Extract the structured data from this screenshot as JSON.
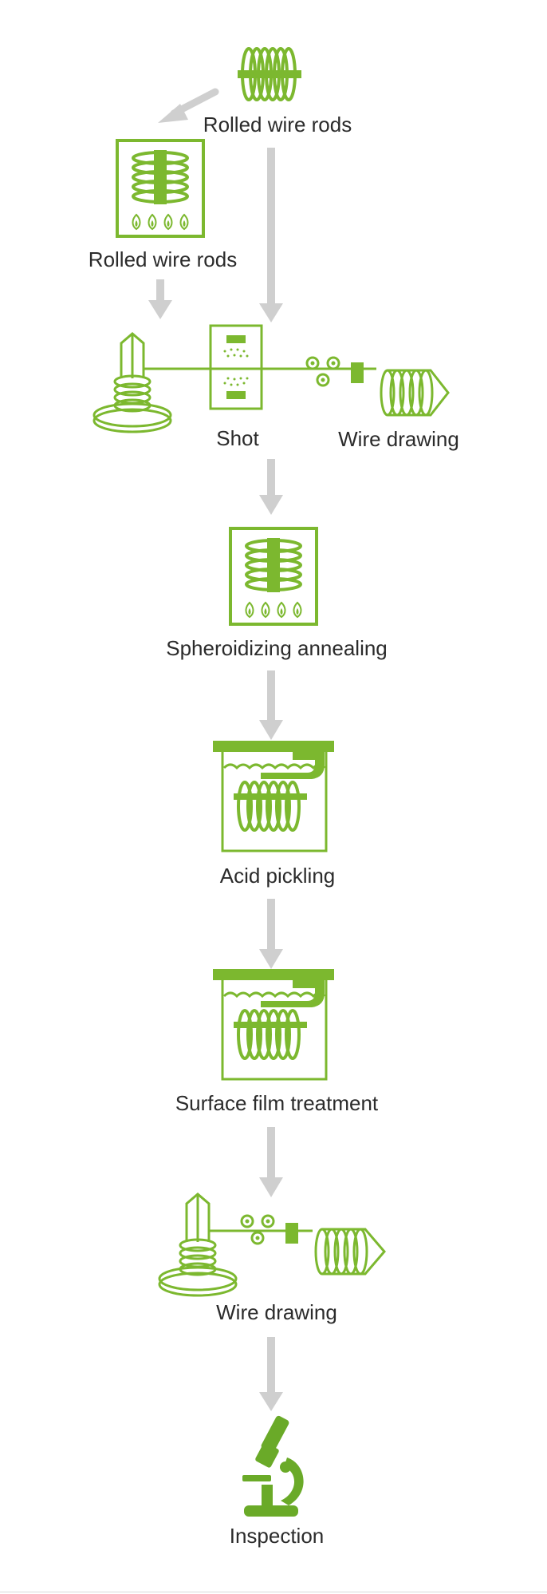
{
  "colors": {
    "accent": "#7cb82f",
    "arrow": "#cfcfcf",
    "text": "#2b2b2b"
  },
  "steps": [
    {
      "label": "Rolled wire rods",
      "icon": "wire-coil-icon"
    },
    {
      "label": "Rolled wire rods",
      "icon": "annealing-furnace-icon"
    },
    {
      "label": "Shot",
      "icon": "shot-blasting-icon"
    },
    {
      "label": "Wire drawing",
      "icon": "wire-drawing-machine-icon"
    },
    {
      "label": "Spheroidizing annealing",
      "icon": "annealing-furnace-icon"
    },
    {
      "label": "Acid pickling",
      "icon": "pickling-tank-icon"
    },
    {
      "label": "Surface film treatment",
      "icon": "pickling-tank-icon"
    },
    {
      "label": "Wire drawing",
      "icon": "wire-drawing-machine-icon"
    },
    {
      "label": "Inspection",
      "icon": "microscope-icon"
    }
  ]
}
